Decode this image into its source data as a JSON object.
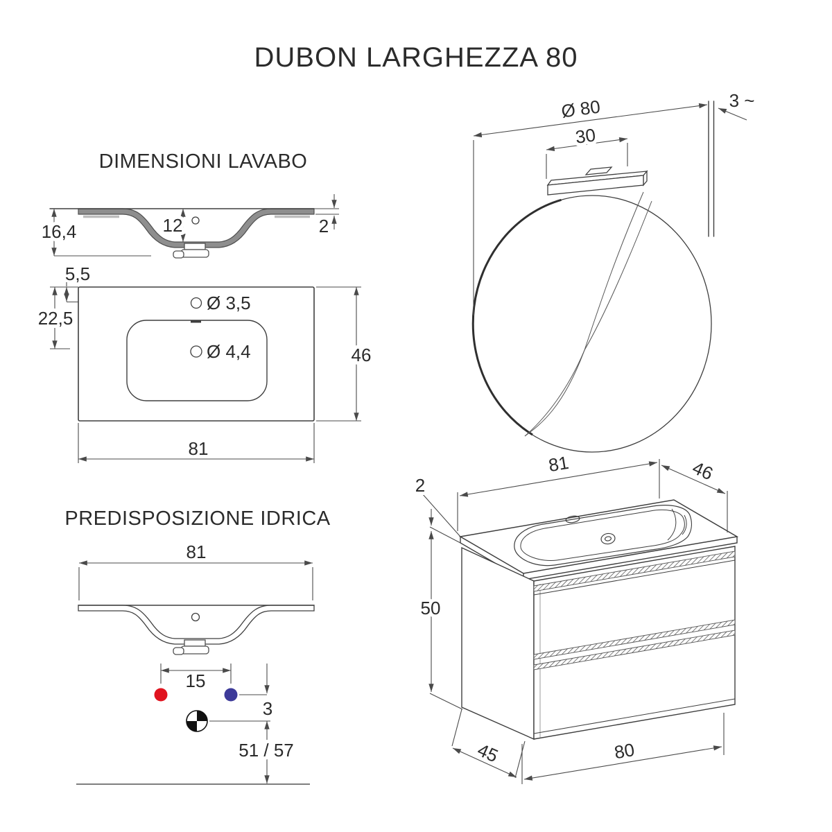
{
  "title": "DUBON LARGHEZZA 80",
  "colors": {
    "hot_water": "#e0131f",
    "cold_water": "#3d3a99",
    "line": "#3e3e3e",
    "ceramic_fill": "#8e8e8e"
  },
  "lavabo": {
    "heading": "DIMENSIONI LAVABO",
    "cross_section": {
      "total_height": "16,4",
      "bowl_depth": "12",
      "edge_thickness": "2"
    },
    "plan": {
      "hole_top_offset": "5,5",
      "hole_mid_offset": "22,5",
      "hole_top_diameter": "Ø 3,5",
      "hole_mid_diameter": "Ø 4,4",
      "depth": "46",
      "width": "81"
    }
  },
  "idrica": {
    "heading": "PREDISPOSIZIONE IDRICA",
    "width": "81",
    "supply_spacing": "15",
    "supply_drain_gap": "3",
    "drain_floor_height": "51 / 57"
  },
  "mirror": {
    "diameter": "Ø 80",
    "lamp_width": "30",
    "wall_gap": "3 ~"
  },
  "vanity": {
    "top_width": "81",
    "top_depth": "46",
    "counter_thickness": "2",
    "height": "50",
    "bottom_depth": "45",
    "bottom_width": "80"
  }
}
